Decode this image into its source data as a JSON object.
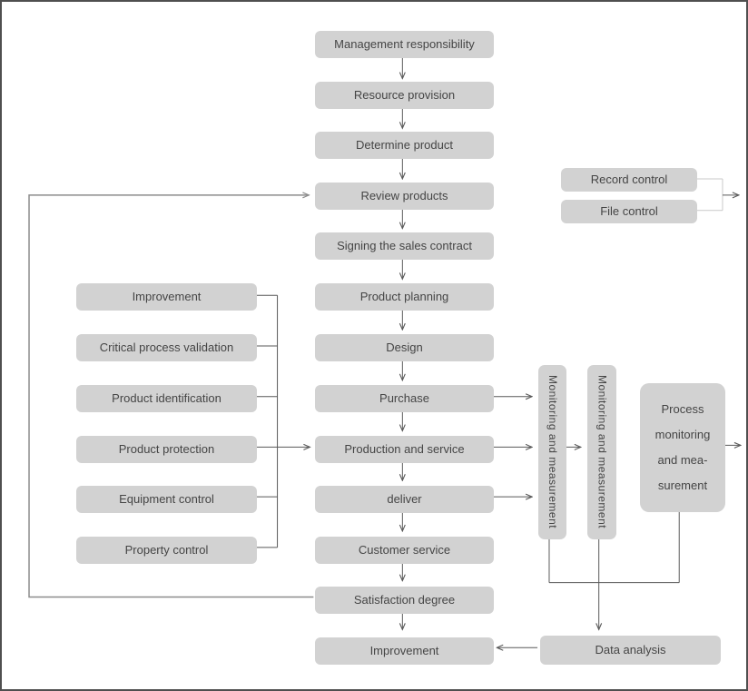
{
  "colors": {
    "box_fill": "#d2d2d2",
    "box_text": "#454545",
    "connector": "#595959",
    "light_bracket": "#c9c9c9",
    "frame_border": "#4f4f4f"
  },
  "main_flow": [
    "Management responsibility",
    "Resource provision",
    "Determine product",
    "Review products",
    "Signing the sales contract",
    "Product planning",
    "Design",
    "Purchase",
    "Production and service",
    "deliver",
    "Customer service",
    "Satisfaction degree",
    "Improvement"
  ],
  "left_column": [
    "Improvement",
    "Critical process validation",
    "Product identification",
    "Product protection",
    "Equipment control",
    "Property control"
  ],
  "document_controls": [
    "Record control",
    "File control"
  ],
  "monitoring_columns": [
    "Monitoring and measurement",
    "Monitoring and measurement"
  ],
  "process_box_lines": [
    "Process",
    "monitoring",
    "and mea-",
    "surement"
  ],
  "data_analysis": "Data analysis"
}
